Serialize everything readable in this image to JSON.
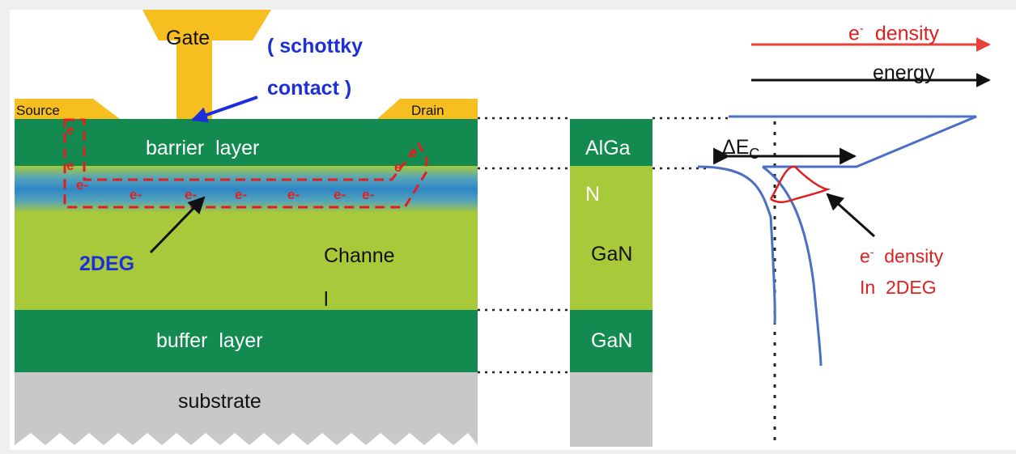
{
  "colors": {
    "dark_green": "#138a4f",
    "light_green": "#a8c93a",
    "channel_blue": "#2f86c6",
    "gold": "#f6be1e",
    "substrate": "#c8c8c8",
    "red": "#e02020",
    "blue_text": "#1d2fd8",
    "band_line": "#4a6fc4"
  },
  "device": {
    "gate": "Gate",
    "schottky_line1": "( schottky",
    "schottky_line2": "contact )",
    "source": "Source",
    "drain": "Drain",
    "barrier": "barrier  layer",
    "channel_line1": "Channe",
    "channel_line2": "l",
    "buffer": "buffer  layer",
    "substrate": "substrate",
    "label_2deg": "2DEG",
    "electrons": {
      "e1": "e-",
      "e2": "e-",
      "e3": "e-",
      "e4": "e-",
      "e5": "e-",
      "e6": "e-",
      "e_left_top": "e",
      "e_left_mid": "e",
      "e_left_low": "e-",
      "e_right_a": "e",
      "e_right_b": "e"
    }
  },
  "stack": {
    "algan_line1": "AlGa",
    "algan_line2": "N",
    "gan1": "GaN",
    "gan2": "GaN"
  },
  "band": {
    "legend_edensity": "density",
    "legend_edensity_e": "e",
    "legend_edensity_sup": "-",
    "legend_energy": "energy",
    "delta_ec": "ΔE",
    "delta_ec_sub": "C",
    "annot_line1_e": "e",
    "annot_line1_sup": "-",
    "annot_line1_rest": "  density",
    "annot_line2": "In  2DEG"
  }
}
